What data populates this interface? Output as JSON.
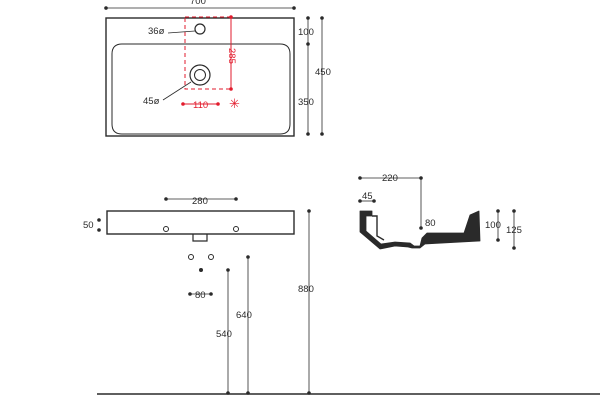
{
  "colors": {
    "line": "#2a2a2a",
    "accent": "#e21b2c",
    "background": "#ffffff"
  },
  "top_view": {
    "width": "700",
    "total_depth": "450",
    "tap_hole_diameter": "36ø",
    "tap_offset": "100",
    "drain_diameter": "45ø",
    "drain_setback": "350",
    "drain_from_back": "285",
    "drain_spacing": "110"
  },
  "front_view": {
    "height": "50",
    "fixing_spacing": "280",
    "waste_spacing": "80",
    "waste_height": "540",
    "fixing_height": "640",
    "rim_height": "880"
  },
  "side_view": {
    "depth": "220",
    "wall_offset": "45",
    "bowl_depth": "80",
    "basin_height": "100",
    "overall_height": "125"
  },
  "symbols": {
    "centre_mark": "✳"
  }
}
